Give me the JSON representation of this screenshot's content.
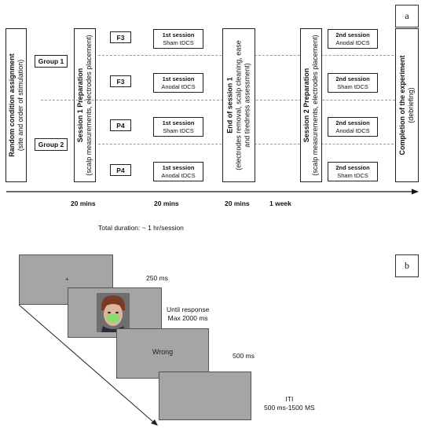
{
  "panel_a": {
    "tag": "a",
    "random_assignment": {
      "title": "Random condition assignment",
      "sub": "(site and order of stimulation)"
    },
    "groups": [
      "Group 1",
      "Group 2"
    ],
    "prep1": {
      "title": "Session 1 Preparation",
      "sub": "(scalp measurements, electrodes placement)"
    },
    "sites": [
      "F3",
      "F3",
      "P4",
      "P4"
    ],
    "first_sessions": [
      {
        "title": "1st session",
        "sub": "Sham tDCS"
      },
      {
        "title": "1st session",
        "sub": "Anodal tDCS"
      },
      {
        "title": "1st session",
        "sub": "Sham tDCS"
      },
      {
        "title": "1st session",
        "sub": "Anodal tDCS"
      }
    ],
    "end1": {
      "title": "End of session 1",
      "sub1": "(electrodes removal, scalp cleaning, ease",
      "sub2": "and tiredness assessment)"
    },
    "prep2": {
      "title": "Session 2  Preparation",
      "sub": "(scalp measurements, electrodes placement)"
    },
    "second_sessions": [
      {
        "title": "2nd session",
        "sub": "Anodal tDCS"
      },
      {
        "title": "2nd session",
        "sub": "Sham tDCS"
      },
      {
        "title": "2nd session",
        "sub": "Anodal tDCS"
      },
      {
        "title": "2nd session",
        "sub": "Sham tDCS"
      }
    ],
    "completion": {
      "title": "Completion of the experiment",
      "sub": "(debriefing)"
    },
    "timeline": [
      "20 mins",
      "20 mins",
      "20 mins",
      "1 week"
    ],
    "total": "Total duration: ~ 1 hr/session"
  },
  "panel_b": {
    "tag": "b",
    "fixation": "+",
    "durations": [
      {
        "line1": "250 ms",
        "line2": ""
      },
      {
        "line1": "Until response",
        "line2": "Max 2000 ms"
      },
      {
        "line1": "500 ms",
        "line2": ""
      },
      {
        "line1": "ITI",
        "line2": "500 ms-1500 MS"
      }
    ],
    "feedback": "Wrong",
    "colors": {
      "screen": "#a5a5a5",
      "face_mask": "#7fe06a"
    }
  }
}
